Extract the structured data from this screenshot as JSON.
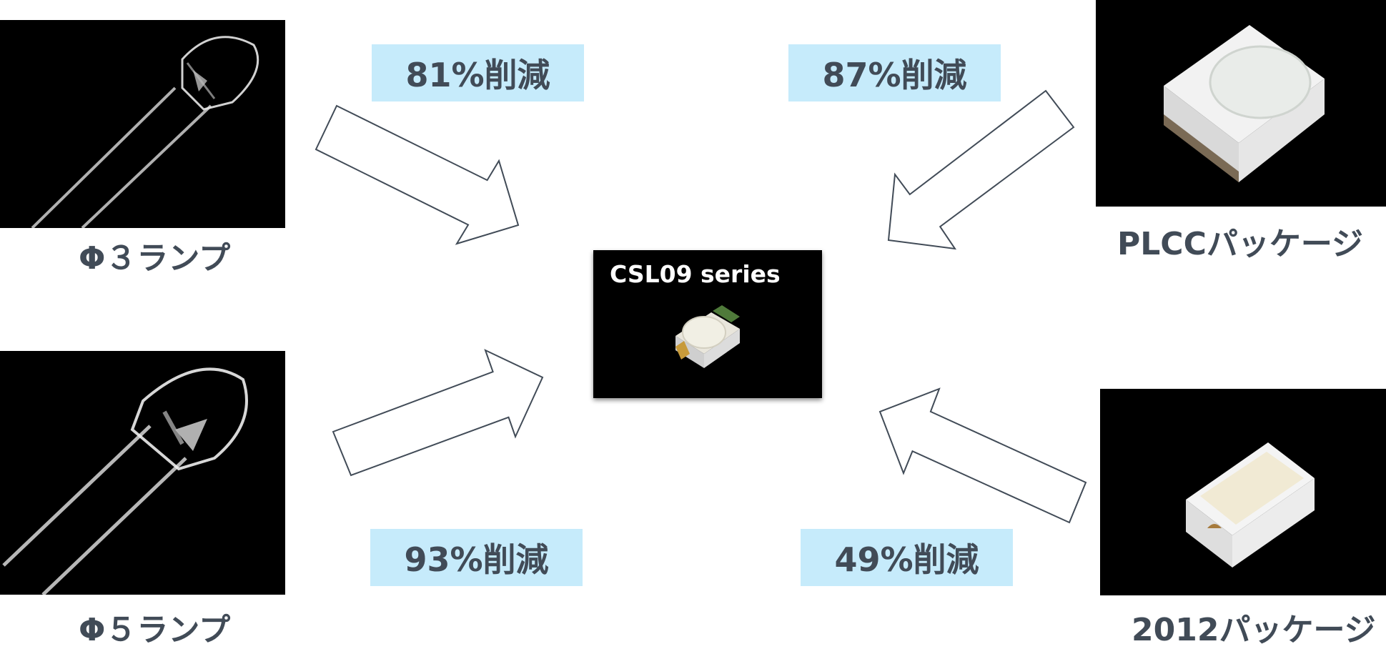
{
  "packages": {
    "phi3": {
      "label": "Φ３ランプ"
    },
    "phi5": {
      "label": "Φ５ランプ"
    },
    "plcc": {
      "label": "PLCCパッケージ"
    },
    "p2012": {
      "label": "2012パッケージ"
    }
  },
  "reductions": {
    "phi3": "81%削減",
    "plcc": "87%削減",
    "phi5": "93%削減",
    "p2012": "49%削減"
  },
  "center": {
    "title": "CSL09 series"
  },
  "colors": {
    "badge_bg": "#c6ebfb",
    "label_text": "#414b57",
    "arrow_stroke": "#414b57",
    "photo_bg": "#000000"
  }
}
